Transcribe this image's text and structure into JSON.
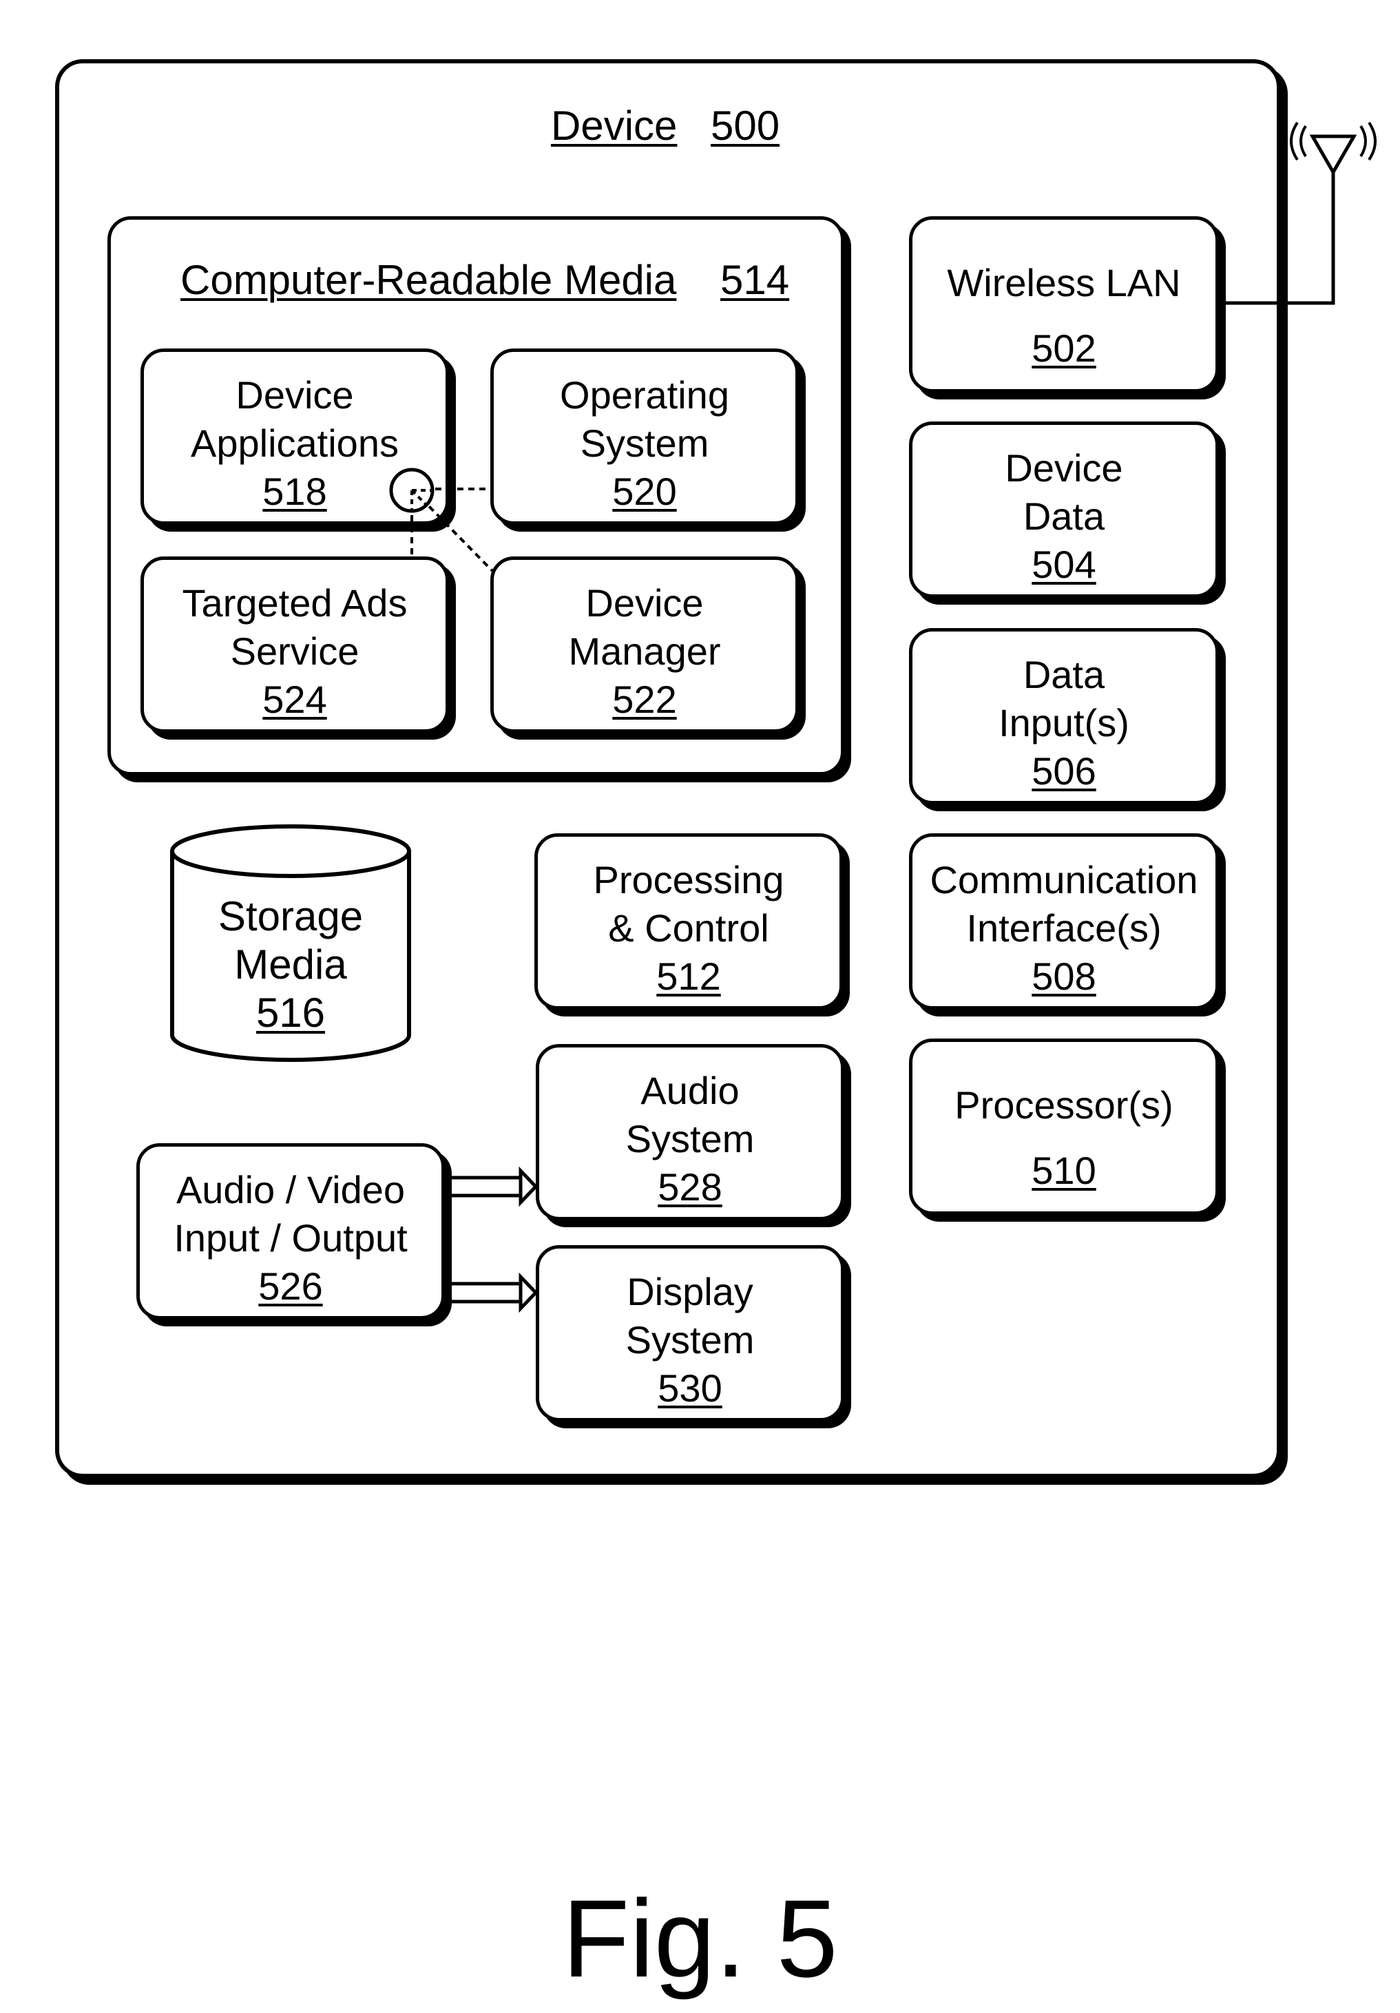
{
  "device": {
    "title": "Device",
    "number": "500"
  },
  "crm": {
    "title": "Computer-Readable Media",
    "number": "514"
  },
  "device_applications": {
    "line1": "Device",
    "line2": "Applications",
    "number": "518"
  },
  "operating_system": {
    "line1": "Operating",
    "line2": "System",
    "number": "520"
  },
  "targeted_ads": {
    "line1": "Targeted Ads",
    "line2": "Service",
    "number": "524"
  },
  "device_manager": {
    "line1": "Device",
    "line2": "Manager",
    "number": "522"
  },
  "wireless_lan": {
    "line1": "Wireless LAN",
    "number": "502"
  },
  "device_data": {
    "line1": "Device",
    "line2": "Data",
    "number": "504"
  },
  "data_inputs": {
    "line1": "Data",
    "line2": "Input(s)",
    "number": "506"
  },
  "communication": {
    "line1": "Communication",
    "line2": "Interface(s)",
    "number": "508"
  },
  "processors": {
    "line1": "Processor(s)",
    "number": "510"
  },
  "storage": {
    "line1": "Storage",
    "line2": "Media",
    "number": "516"
  },
  "processing": {
    "line1": "Processing",
    "line2": "& Control",
    "number": "512"
  },
  "audio_system": {
    "line1": "Audio",
    "line2": "System",
    "number": "528"
  },
  "display_system": {
    "line1": "Display",
    "line2": "System",
    "number": "530"
  },
  "av_io": {
    "line1": "Audio / Video",
    "line2": "Input / Output",
    "number": "526"
  },
  "figure_caption": "Fig. 5"
}
